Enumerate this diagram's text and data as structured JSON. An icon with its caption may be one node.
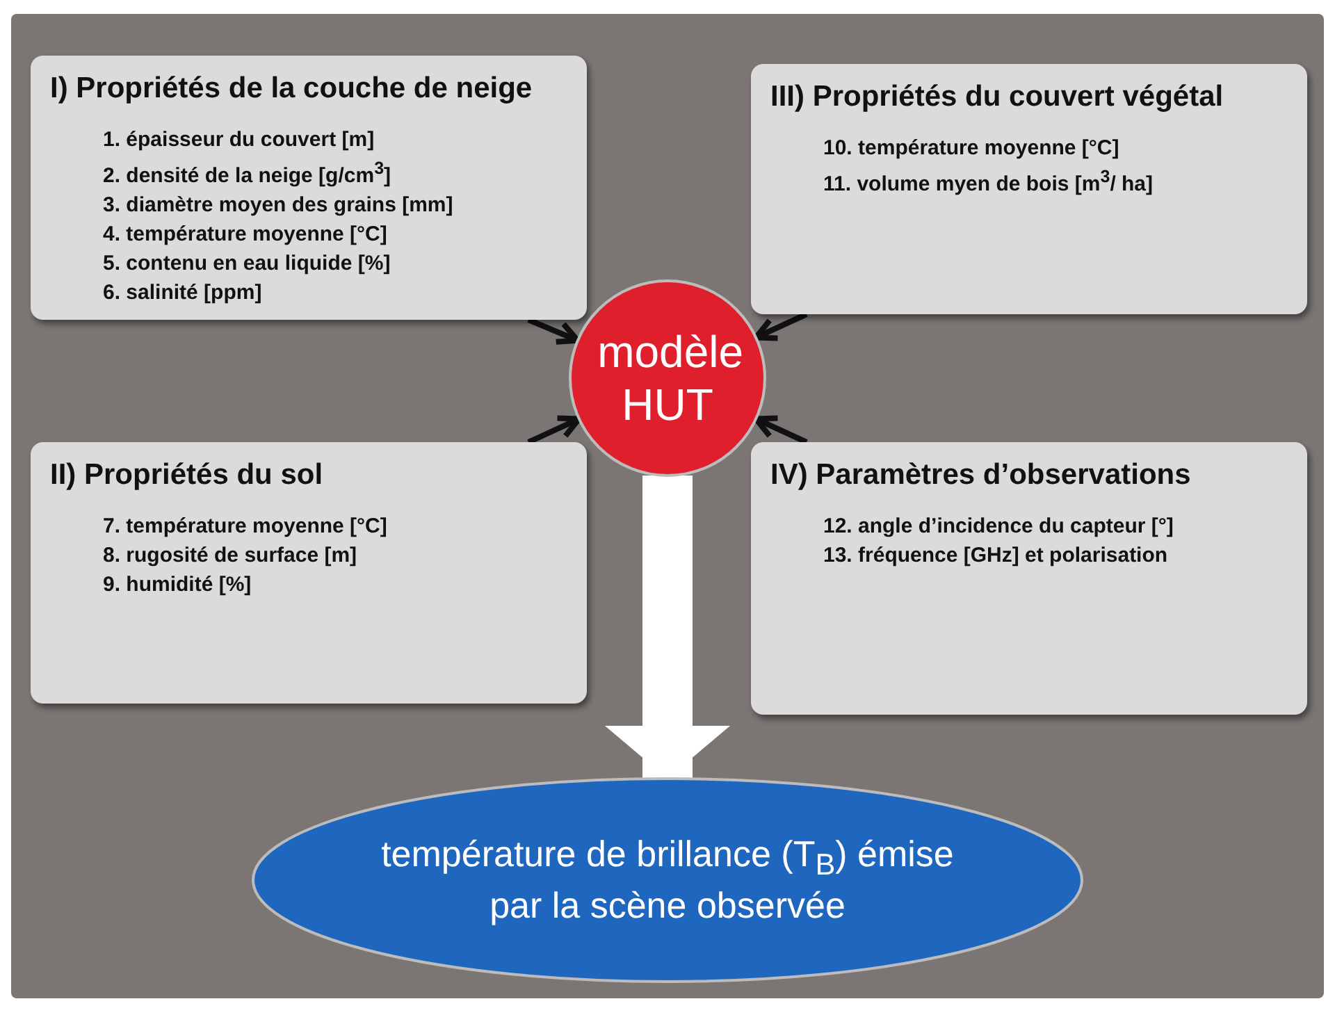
{
  "diagram": {
    "nodes": [
      {
        "text": [
          "I) Propriétés de la couche de neige",
          "1. épaisseur du couvert [m]",
          "2. densité de la neige [g/cm$^{3}$]",
          "3. diamètre moyen des grains [mm]",
          "4. température moyenne [°C]",
          "5. contenu en eau liquide [%]",
          "6. salinité [ppm]"
        ]
      },
      {
        "text": [
          "III) Propriétés du couvert végétal",
          "10. température moyenne [°C]",
          "11. volume myen de bois [m$^{3}$/ ha]"
        ]
      },
      {
        "text": [
          "modèle HUT"
        ]
      },
      {
        "text": [
          "II) Propriétés du sol",
          "7. température moyenne [°C]",
          "8. rugosité de surface [m]",
          "9. humidité [%]"
        ]
      },
      {
        "text": [
          "IV) Paramètres d’observations",
          "12. angle d’incidence du capteur [°]",
          "13. fréquence [GHz] et polarisation"
        ]
      },
      {
        "text": [
          "température de brillance (T$_{B}$) émise par la scène observée"
        ]
      }
    ],
    "edges": [
      {
        "from": 0,
        "to": 2,
        "arrow": "to"
      },
      {
        "from": 1,
        "to": 2,
        "arrow": "to"
      },
      {
        "from": 3,
        "to": 2,
        "arrow": "to"
      },
      {
        "from": 4,
        "to": 2,
        "arrow": "to"
      },
      {
        "from": 2,
        "to": 5,
        "arrow": "to",
        "style": "thick",
        "color": "#ffffff"
      }
    ]
  }
}
